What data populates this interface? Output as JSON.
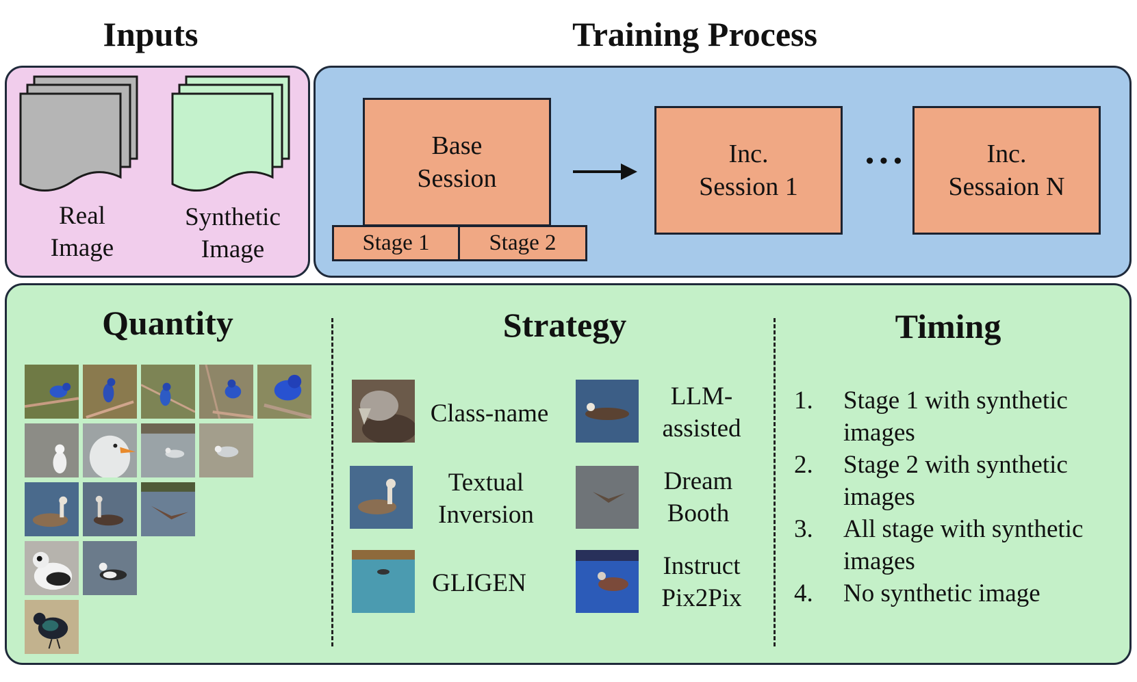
{
  "inputs": {
    "title": "Inputs",
    "real_label_1": "Real",
    "real_label_2": "Image",
    "synthetic_label_1": "Synthetic",
    "synthetic_label_2": "Image",
    "real_color": "#b5b5b5",
    "synthetic_color": "#c4f2cc",
    "panel_color": "#f1cdec"
  },
  "training": {
    "title": "Training Process",
    "panel_color": "#a6c9ea",
    "base_line1": "Base",
    "base_line2": "Session",
    "stage1": "Stage 1",
    "stage2": "Stage 2",
    "inc1_line1": "Inc.",
    "inc1_line2": "Session 1",
    "ellipsis": "• • •",
    "incN_line1": "Inc.",
    "incN_line2": "Sessaion N",
    "box_color": "#f0a884"
  },
  "bottom": {
    "panel_color": "#c4f0c8",
    "quantity_title": "Quantity",
    "strategy_title": "Strategy",
    "timing_title": "Timing"
  },
  "strategy": {
    "class_name": "Class-name",
    "llm_1": "LLM-",
    "llm_2": "assisted",
    "textual_1": "Textual",
    "textual_2": "Inversion",
    "dream_1": "Dream",
    "dream_2": "Booth",
    "gligen": "GLIGEN",
    "instruct_1": "Instruct",
    "instruct_2": "Pix2Pix"
  },
  "timing": {
    "items": [
      {
        "num": "1.",
        "line1": "Stage 1 with synthetic",
        "line2": "images"
      },
      {
        "num": "2.",
        "line1": "Stage 2 with synthetic",
        "line2": "images"
      },
      {
        "num": "3.",
        "line1": "All stage with synthetic",
        "line2": "images"
      },
      {
        "num": "4.",
        "line1": "No synthetic image",
        "line2": ""
      }
    ]
  }
}
